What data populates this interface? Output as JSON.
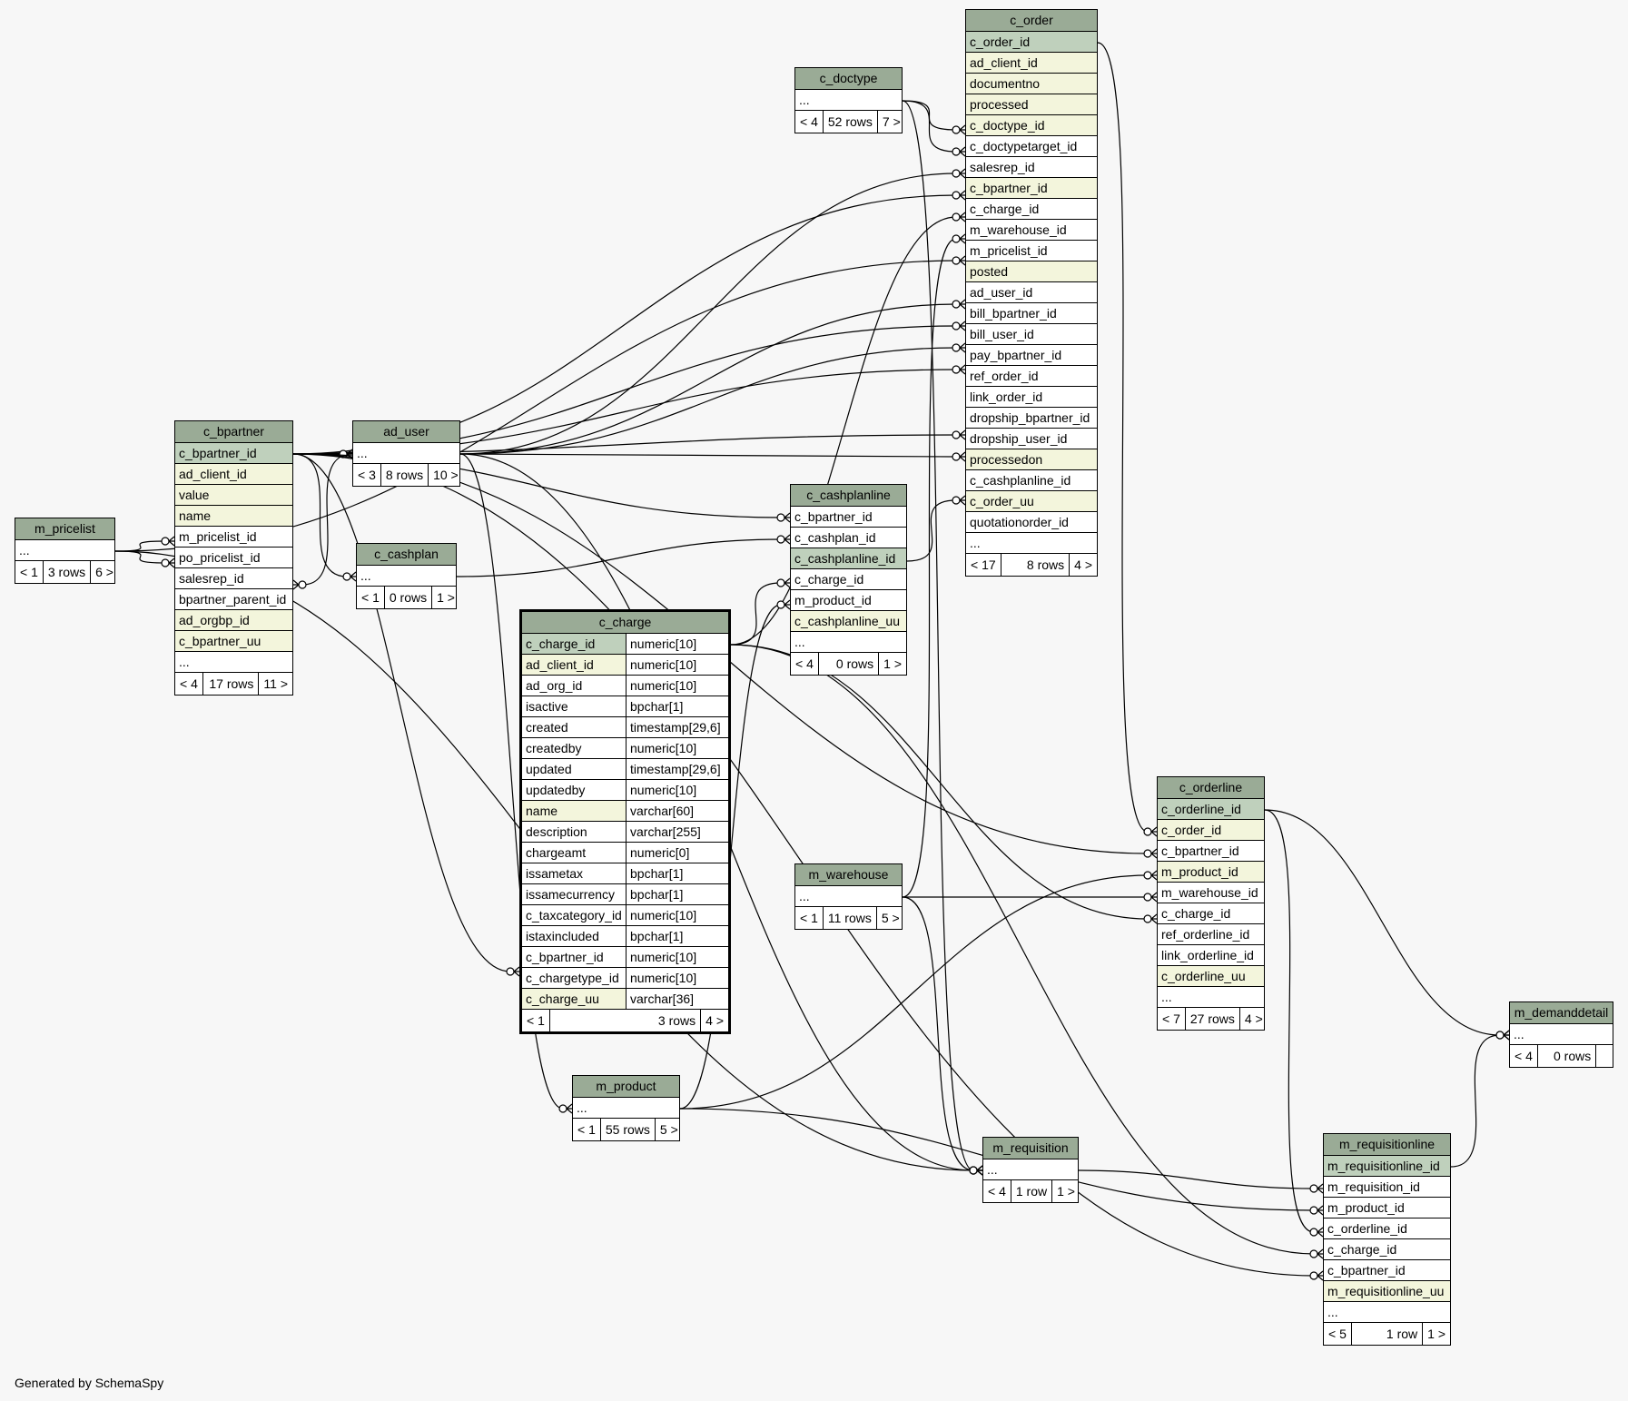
{
  "footer": {
    "generated_by": "Generated by SchemaSpy"
  },
  "tables": {
    "m_pricelist": {
      "name": "m_pricelist",
      "columns": [
        "..."
      ],
      "footer": {
        "parents": "< 1",
        "rows": "3 rows",
        "children": "6 >"
      }
    },
    "c_bpartner": {
      "name": "c_bpartner",
      "columns": [
        "c_bpartner_id",
        "ad_client_id",
        "value",
        "name",
        "m_pricelist_id",
        "po_pricelist_id",
        "salesrep_id",
        "bpartner_parent_id",
        "ad_orgbp_id",
        "c_bpartner_uu",
        "..."
      ],
      "footer": {
        "parents": "< 4",
        "rows": "17 rows",
        "children": "11 >"
      }
    },
    "ad_user": {
      "name": "ad_user",
      "columns": [
        "..."
      ],
      "footer": {
        "parents": "< 3",
        "rows": "8 rows",
        "children": "10 >"
      }
    },
    "c_cashplan": {
      "name": "c_cashplan",
      "columns": [
        "..."
      ],
      "footer": {
        "parents": "< 1",
        "rows": "0 rows",
        "children": "1 >"
      }
    },
    "c_doctype": {
      "name": "c_doctype",
      "columns": [
        "..."
      ],
      "footer": {
        "parents": "< 4",
        "rows": "52 rows",
        "children": "7 >"
      }
    },
    "c_order": {
      "name": "c_order",
      "columns": [
        "c_order_id",
        "ad_client_id",
        "documentno",
        "processed",
        "c_doctype_id",
        "c_doctypetarget_id",
        "salesrep_id",
        "c_bpartner_id",
        "c_charge_id",
        "m_warehouse_id",
        "m_pricelist_id",
        "posted",
        "ad_user_id",
        "bill_bpartner_id",
        "bill_user_id",
        "pay_bpartner_id",
        "ref_order_id",
        "link_order_id",
        "dropship_bpartner_id",
        "dropship_user_id",
        "processedon",
        "c_cashplanline_id",
        "c_order_uu",
        "quotationorder_id",
        "..."
      ],
      "footer": {
        "parents": "< 17",
        "rows": "8 rows",
        "children": "4 >"
      }
    },
    "c_cashplanline": {
      "name": "c_cashplanline",
      "columns": [
        "c_bpartner_id",
        "c_cashplan_id",
        "c_cashplanline_id",
        "c_charge_id",
        "m_product_id",
        "c_cashplanline_uu",
        "..."
      ],
      "footer": {
        "parents": "< 4",
        "rows": "0 rows",
        "children": "1 >"
      }
    },
    "c_charge": {
      "name": "c_charge",
      "columns": [
        [
          "c_charge_id",
          "numeric[10]"
        ],
        [
          "ad_client_id",
          "numeric[10]"
        ],
        [
          "ad_org_id",
          "numeric[10]"
        ],
        [
          "isactive",
          "bpchar[1]"
        ],
        [
          "created",
          "timestamp[29,6]"
        ],
        [
          "createdby",
          "numeric[10]"
        ],
        [
          "updated",
          "timestamp[29,6]"
        ],
        [
          "updatedby",
          "numeric[10]"
        ],
        [
          "name",
          "varchar[60]"
        ],
        [
          "description",
          "varchar[255]"
        ],
        [
          "chargeamt",
          "numeric[0]"
        ],
        [
          "issametax",
          "bpchar[1]"
        ],
        [
          "issamecurrency",
          "bpchar[1]"
        ],
        [
          "c_taxcategory_id",
          "numeric[10]"
        ],
        [
          "istaxincluded",
          "bpchar[1]"
        ],
        [
          "c_bpartner_id",
          "numeric[10]"
        ],
        [
          "c_chargetype_id",
          "numeric[10]"
        ],
        [
          "c_charge_uu",
          "varchar[36]"
        ]
      ],
      "footer": {
        "parents": "< 1",
        "rows": "3 rows",
        "children": "4 >"
      }
    },
    "m_product": {
      "name": "m_product",
      "columns": [
        "..."
      ],
      "footer": {
        "parents": "< 1",
        "rows": "55 rows",
        "children": "5 >"
      }
    },
    "m_warehouse": {
      "name": "m_warehouse",
      "columns": [
        "..."
      ],
      "footer": {
        "parents": "< 1",
        "rows": "11 rows",
        "children": "5 >"
      }
    },
    "m_requisition": {
      "name": "m_requisition",
      "columns": [
        "..."
      ],
      "footer": {
        "parents": "< 4",
        "rows": "1 row",
        "children": "1 >"
      }
    },
    "c_orderline": {
      "name": "c_orderline",
      "columns": [
        "c_orderline_id",
        "c_order_id",
        "c_bpartner_id",
        "m_product_id",
        "m_warehouse_id",
        "c_charge_id",
        "ref_orderline_id",
        "link_orderline_id",
        "c_orderline_uu",
        "..."
      ],
      "footer": {
        "parents": "< 7",
        "rows": "27 rows",
        "children": "4 >"
      }
    },
    "m_requisitionline": {
      "name": "m_requisitionline",
      "columns": [
        "m_requisitionline_id",
        "m_requisition_id",
        "m_product_id",
        "c_orderline_id",
        "c_charge_id",
        "c_bpartner_id",
        "m_requisitionline_uu",
        "..."
      ],
      "footer": {
        "parents": "< 5",
        "rows": "1 row",
        "children": "1 >"
      }
    },
    "m_demanddetail": {
      "name": "m_demanddetail",
      "columns": [
        "..."
      ],
      "footer": {
        "parents": "< 4",
        "rows": "0 rows",
        "children": ""
      }
    }
  },
  "relationships": [
    [
      "c_order",
      "c_order_id",
      "c_orderline",
      "c_order_id"
    ],
    [
      "c_doctype",
      "...",
      "c_order",
      "c_doctype_id"
    ],
    [
      "c_doctype",
      "...",
      "c_order",
      "c_doctypetarget_id"
    ],
    [
      "ad_user",
      "...",
      "c_order",
      "salesrep_id"
    ],
    [
      "c_bpartner",
      "c_bpartner_id",
      "c_order",
      "c_bpartner_id"
    ],
    [
      "c_charge",
      "c_charge_id",
      "c_order",
      "c_charge_id"
    ],
    [
      "m_warehouse",
      "...",
      "c_order",
      "m_warehouse_id"
    ],
    [
      "m_pricelist",
      "...",
      "c_order",
      "m_pricelist_id"
    ],
    [
      "ad_user",
      "...",
      "c_order",
      "ad_user_id"
    ],
    [
      "c_bpartner",
      "c_bpartner_id",
      "c_order",
      "bill_bpartner_id"
    ],
    [
      "ad_user",
      "...",
      "c_order",
      "bill_user_id"
    ],
    [
      "c_bpartner",
      "c_bpartner_id",
      "c_order",
      "pay_bpartner_id"
    ],
    [
      "c_bpartner",
      "c_bpartner_id",
      "c_order",
      "dropship_bpartner_id"
    ],
    [
      "ad_user",
      "...",
      "c_order",
      "dropship_user_id"
    ],
    [
      "c_cashplanline",
      "c_cashplanline_id",
      "c_order",
      "c_cashplanline_id"
    ],
    [
      "m_pricelist",
      "...",
      "c_bpartner",
      "m_pricelist_id"
    ],
    [
      "m_pricelist",
      "...",
      "c_bpartner",
      "po_pricelist_id"
    ],
    [
      "ad_user",
      "...",
      "c_bpartner",
      "salesrep_id"
    ],
    [
      "c_bpartner",
      "c_bpartner_id",
      "ad_user",
      "..."
    ],
    [
      "c_bpartner",
      "c_bpartner_id",
      "c_cashplan",
      "..."
    ],
    [
      "c_bpartner",
      "c_bpartner_id",
      "c_cashplanline",
      "c_bpartner_id"
    ],
    [
      "c_cashplan",
      "...",
      "c_cashplanline",
      "c_cashplan_id"
    ],
    [
      "c_charge",
      "c_charge_id",
      "c_cashplanline",
      "c_charge_id"
    ],
    [
      "m_product",
      "...",
      "c_cashplanline",
      "m_product_id"
    ],
    [
      "c_bpartner",
      "c_bpartner_id",
      "c_charge",
      "c_bpartner_id"
    ],
    [
      "ad_user",
      "...",
      "m_product",
      "..."
    ],
    [
      "c_bpartner",
      "c_bpartner_id",
      "c_orderline",
      "c_bpartner_id"
    ],
    [
      "m_product",
      "...",
      "c_orderline",
      "m_product_id"
    ],
    [
      "m_warehouse",
      "...",
      "c_orderline",
      "m_warehouse_id"
    ],
    [
      "c_charge",
      "c_charge_id",
      "c_orderline",
      "c_charge_id"
    ],
    [
      "c_orderline",
      "c_orderline_id",
      "m_demanddetail",
      "..."
    ],
    [
      "m_requisitionline",
      "m_requisitionline_id",
      "m_demanddetail",
      "..."
    ],
    [
      "m_requisition",
      "...",
      "m_requisitionline",
      "m_requisition_id"
    ],
    [
      "m_product",
      "...",
      "m_requisitionline",
      "m_product_id"
    ],
    [
      "c_orderline",
      "c_orderline_id",
      "m_requisitionline",
      "c_orderline_id"
    ],
    [
      "c_charge",
      "c_charge_id",
      "m_requisitionline",
      "c_charge_id"
    ],
    [
      "c_bpartner",
      "c_bpartner_id",
      "m_requisitionline",
      "c_bpartner_id"
    ],
    [
      "ad_user",
      "...",
      "m_requisition",
      "..."
    ],
    [
      "m_pricelist",
      "...",
      "m_requisition",
      "..."
    ],
    [
      "m_warehouse",
      "...",
      "m_requisition",
      "..."
    ],
    [
      "c_doctype",
      "...",
      "m_requisition",
      "..."
    ]
  ],
  "colors": {
    "header": "#9aab96",
    "primary_key": "#bfd0bc",
    "not_null": "#f3f5dc",
    "background": "#f7f7f7"
  }
}
